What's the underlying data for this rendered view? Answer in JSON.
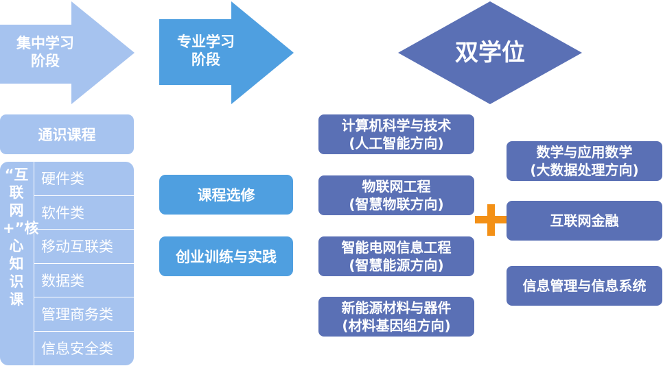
{
  "stages": {
    "general": "集中学习\n阶段",
    "professional": "专业学习\n阶段",
    "double_degree": "双学位"
  },
  "general_course": "通识课程",
  "core_course_label": "“互联网+”核心知识课",
  "core_categories": [
    "硬件类",
    "软件类",
    "移动互联类",
    "数据类",
    "管理商务类",
    "信息安全类"
  ],
  "professional_items": [
    "课程选修",
    "创业训练与实践"
  ],
  "majors": [
    "计算机科学与技术\n(人工智能方向)",
    "物联网工程\n(智慧物联方向)",
    "智能电网信息工程\n(智慧能源方向)",
    "新能源材料与器件\n(材料基因组方向)"
  ],
  "plus_symbol": "+",
  "second_degrees": [
    "数学与应用数学\n(大数据处理方向)",
    "互联网金融",
    "信息管理与信息系统"
  ],
  "colors": {
    "light_blue": "#a6c3ef",
    "mid_blue": "#4f9fe0",
    "navy": "#5a70b5",
    "orange": "#f39016"
  }
}
